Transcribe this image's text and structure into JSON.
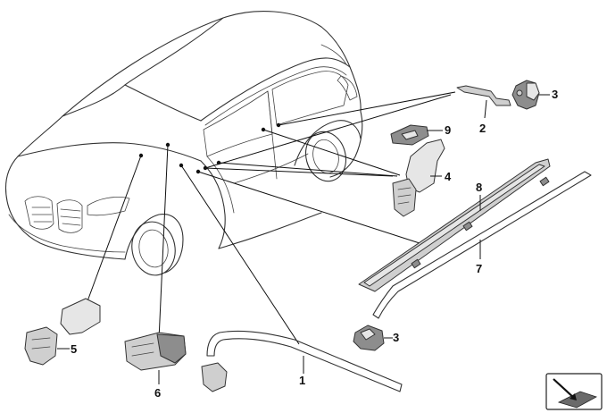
{
  "callouts": {
    "c1": "1",
    "c2": "2",
    "c3a": "3",
    "c3b": "3",
    "c4": "4",
    "c5": "5",
    "c6": "6",
    "c7": "7",
    "c8": "8",
    "c9": "9"
  },
  "icons": {
    "corner_button": "arrow-into-tray-icon"
  },
  "colors": {
    "line": "#333333",
    "part_fill": "#cfcfcf",
    "part_dark": "#8d8d8d"
  }
}
